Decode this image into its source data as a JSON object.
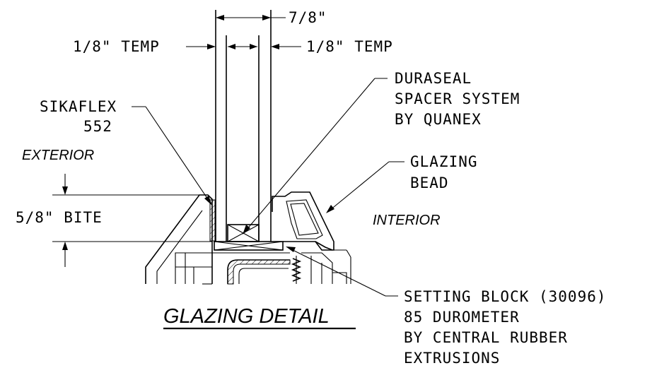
{
  "drawing": {
    "title": "GLAZING DETAIL",
    "sides": {
      "exterior": "EXTERIOR",
      "interior": "INTERIOR"
    },
    "dimensions": {
      "overall_thickness": "7/8\"",
      "outer_lite": "1/8\" TEMP",
      "inner_lite": "1/8\" TEMP",
      "bite": "5/8\" BITE"
    },
    "callouts": {
      "sealant": [
        "SIKAFLEX",
        "552"
      ],
      "spacer": [
        "DURASEAL",
        "SPACER SYSTEM",
        "BY QUANEX"
      ],
      "glazing_bead": [
        "GLAZING",
        "BEAD"
      ],
      "setting_block": [
        "SETTING BLOCK (30096)",
        "85 DUROMETER",
        "BY CENTRAL RUBBER",
        "EXTRUSIONS"
      ]
    }
  }
}
